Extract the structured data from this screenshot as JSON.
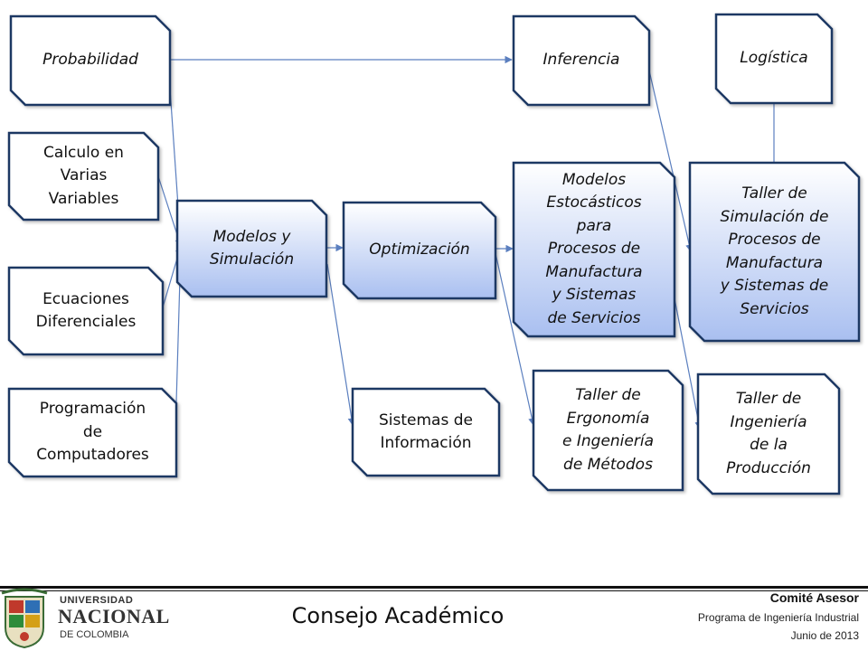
{
  "diagram": {
    "nodes": [
      {
        "id": "probabilidad",
        "label": "Probabilidad",
        "italic": true,
        "style": "white"
      },
      {
        "id": "calculo",
        "label": "Calculo en\nVarias\nVariables",
        "italic": false,
        "style": "white"
      },
      {
        "id": "ecuaciones",
        "label": "Ecuaciones\nDiferenciales",
        "italic": false,
        "style": "white"
      },
      {
        "id": "programacion",
        "label": "Programación\nde\nComputadores",
        "italic": false,
        "style": "white"
      },
      {
        "id": "modelos-simulacion",
        "label": "Modelos y\nSimulación",
        "italic": true,
        "style": "blue"
      },
      {
        "id": "optimizacion",
        "label": "Optimización",
        "italic": true,
        "style": "blue"
      },
      {
        "id": "sistemas-informacion",
        "label": "Sistemas de\nInformación",
        "italic": false,
        "style": "white"
      },
      {
        "id": "inferencia",
        "label": "Inferencia",
        "italic": true,
        "style": "white"
      },
      {
        "id": "modelos-estocasticos",
        "label": "Modelos\nEstocásticos\npara\nProcesos de\nManufactura\ny Sistemas\nde Servicios",
        "italic": true,
        "style": "blue"
      },
      {
        "id": "taller-ergonomia",
        "label": "Taller de\nErgonomía\ne Ingeniería\nde Métodos",
        "italic": true,
        "style": "white"
      },
      {
        "id": "logistica",
        "label": "Logística",
        "italic": true,
        "style": "white"
      },
      {
        "id": "taller-simulacion",
        "label": "Taller de\nSimulación de\nProcesos de\nManufactura\ny Sistemas de\nServicios",
        "italic": true,
        "style": "blue"
      },
      {
        "id": "taller-produccion",
        "label": "Taller de\nIngeniería\nde la\nProducción",
        "italic": true,
        "style": "white"
      }
    ],
    "edges": [
      {
        "from": "probabilidad",
        "to": "inferencia",
        "arrow": true
      },
      {
        "from": "probabilidad",
        "to": "modelos-simulacion",
        "arrow": true
      },
      {
        "from": "calculo",
        "to": "modelos-simulacion",
        "arrow": true
      },
      {
        "from": "ecuaciones",
        "to": "modelos-simulacion",
        "arrow": true
      },
      {
        "from": "programacion",
        "to": "modelos-simulacion",
        "arrow": true
      },
      {
        "from": "modelos-simulacion",
        "to": "optimizacion",
        "arrow": true
      },
      {
        "from": "modelos-simulacion",
        "to": "sistemas-informacion",
        "arrow": true
      },
      {
        "from": "optimizacion",
        "to": "modelos-estocasticos",
        "arrow": true
      },
      {
        "from": "optimizacion",
        "to": "taller-ergonomia",
        "arrow": true
      },
      {
        "from": "inferencia",
        "to": "taller-simulacion",
        "arrow": true
      },
      {
        "from": "logistica",
        "to": "taller-simulacion",
        "arrow": false
      },
      {
        "from": "modelos-estocasticos",
        "to": "taller-produccion",
        "arrow": true
      }
    ]
  },
  "footer": {
    "logo": {
      "line1": "UNIVERSIDAD",
      "line2": "NACIONAL",
      "line3": "DE COLOMBIA"
    },
    "title": "Consejo Académico",
    "committee": "Comité Asesor",
    "program": "Programa de Ingeniería Industrial",
    "date": "Junio de 2013"
  },
  "colors": {
    "box_border": "#1f3864",
    "box_white": "#ffffff",
    "box_blue_top": "#ffffff",
    "box_blue_bottom": "#a9bff0",
    "connector": "#5b7fbf"
  }
}
